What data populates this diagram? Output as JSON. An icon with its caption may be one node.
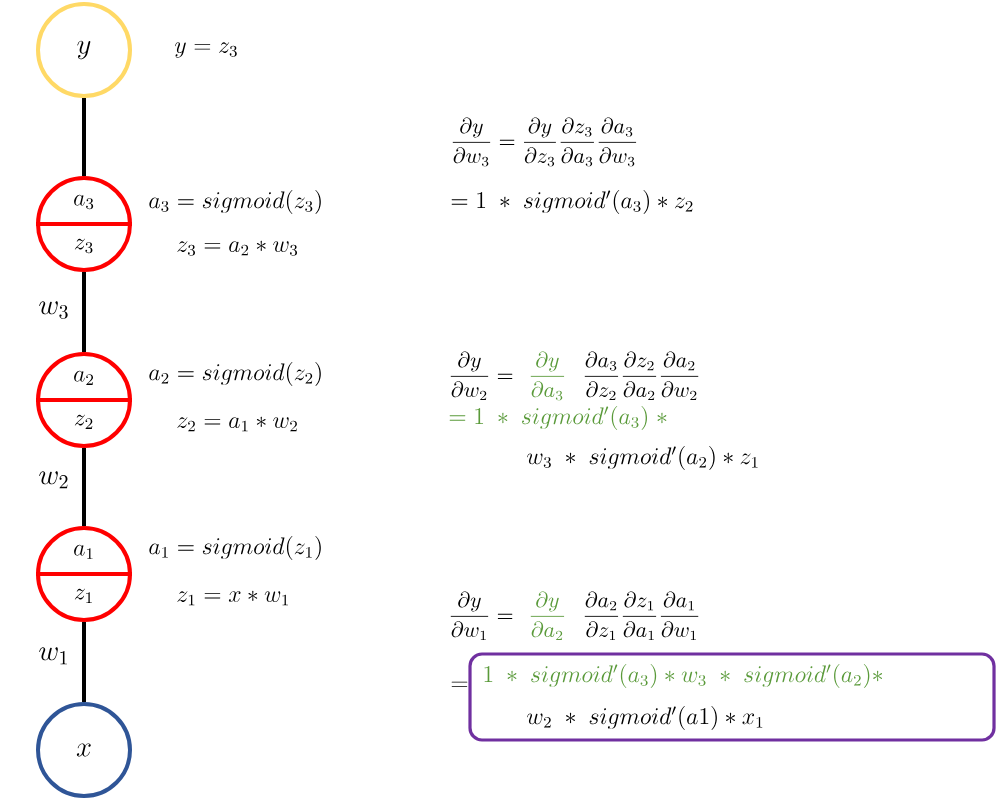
{
  "diagram": {
    "nodes": [
      {
        "text": [
          "y"
        ],
        "beside": [
          "y = z_3"
        ]
      },
      {
        "text": [
          "a_3",
          "z_3"
        ],
        "beside": [
          "a_3 = sigmoid(z_3)",
          "z_3 = a_2 * w_3"
        ]
      },
      {
        "text": [
          "a_2",
          "z_2"
        ],
        "beside": [
          "a_2 = sigmoid(z_2)",
          "z_2 = a_1 * w_2"
        ]
      },
      {
        "text": [
          "a_1",
          "z_1"
        ],
        "beside": [
          "a_1 = sigmoid(z_1)",
          "z_1 = x * w_1"
        ]
      },
      {
        "text": [
          "x"
        ]
      },
      {
        "text": [
          "1\\; * \\; sigmoid'(a_3) * w_3 \\; * \\; sigmoid'(a_2) *",
          "w_2 \\; * \\; sigmoid'(a1) * x_1"
        ]
      }
    ],
    "edges": [
      {
        "from": 0,
        "to": 1,
        "arrow": "none"
      },
      {
        "from": 1,
        "to": 2,
        "arrow": "none",
        "label": "w_3"
      },
      {
        "from": 2,
        "to": 3,
        "arrow": "none",
        "label": "w_2"
      },
      {
        "from": 3,
        "to": 4,
        "arrow": "none",
        "label": "w_1"
      }
    ],
    "labels": [
      "\\frac{\\partial y}{\\partial w_3} = \\frac{\\partial y}{\\partial z_3} \\frac{\\partial z_3}{\\partial a_3} \\frac{\\partial a_3}{\\partial w_3}",
      "= 1 \\; * \\; sigmoid'(a_3) * z_2",
      "\\frac{\\partial y}{\\partial w_2} =",
      "\\frac{\\partial y}{\\partial a_3}",
      "\\frac{\\partial a_3}{\\partial z_2} \\frac{\\partial z_2}{\\partial a_2} \\frac{\\partial a_2}{\\partial w_2}",
      "= 1 \\; * \\; sigmoid'(a_3) \\; *",
      "w_3 \\; * \\; sigmoid'(a_2) * z_1",
      "\\frac{\\partial y}{\\partial w_1} =",
      "\\frac{\\partial y}{\\partial a_2}",
      "\\frac{\\partial a_2}{\\partial z_1} \\frac{\\partial z_1}{\\partial a_1} \\frac{\\partial a_1}{\\partial w_1}",
      "="
    ]
  }
}
